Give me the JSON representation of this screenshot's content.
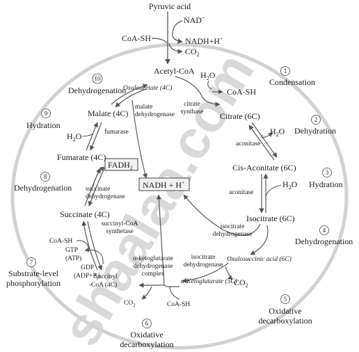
{
  "watermark": "shaalaa.com",
  "top": {
    "pyruvic_acid": "Pyruvic acid",
    "nad": "NAD",
    "nad_sup": "+",
    "nadh": "NADH+H",
    "nadh_sup": "+",
    "coa_sh": "CoA-SH",
    "co2": "CO",
    "co2_sub": "2"
  },
  "metabolites": {
    "acetyl_coa": "Acetyl-CoA",
    "oxaloacetate": "Oxaloacetate (4C)",
    "water_top": "H",
    "water_top_o": "O",
    "coa_sh_right": "CoA-SH",
    "citrate": "Citrate (6C)",
    "water_right1": "H",
    "water_right1_o": "O",
    "cis_aconitate": "Cis-Aconitate (6C)",
    "water_right2": "H",
    "water_right2_o": "O",
    "isocitrate": "Isocitrate (6C)",
    "oxalosuccinic": "Oxalosuccinic acid (6C)",
    "co2_right": "CO",
    "alpha_kg": "α-Ketoglutarate (5C)",
    "co2_bottom": "CO",
    "coa_sh_bottom": "CoA-SH",
    "succinyl_coa_1": "Succinyl",
    "succinyl_coa_2": "-CoA (4C)",
    "succinate": "Succinate (4C)",
    "coa_sh_left": "CoA-SH",
    "gtp": "GTP",
    "atp": "(ATP)",
    "gdp": "GDP",
    "adp": "(ADP+P",
    "adp_sub": "i",
    "adp_close": ")",
    "fumarate": "Fumarate (4C)",
    "fadh2": "FADH",
    "fadh2_sub": "2",
    "water_left": "H",
    "water_left_o": "O",
    "malate": "Malate (4C)",
    "nadh_center": "NADH + H",
    "nadh_center_sup": "+"
  },
  "enzymes": {
    "citrate_synthase_1": "citrate",
    "citrate_synthase_2": "synthase",
    "aconitase_1": "aconitase",
    "aconitase_2": "aconitase",
    "isocitrate_dh_1a": "isocitrate",
    "isocitrate_dh_1b": "dehydrogenase",
    "isocitrate_dh_2a": "isocitrate",
    "isocitrate_dh_2b": "dehydrogenase",
    "akg_dh_1": "α-ketoglutarate",
    "akg_dh_2": "dehydrogenase",
    "akg_dh_3": "complex",
    "succinyl_synthetase_1": "succinyl-CoA",
    "succinyl_synthetase_2": "synthetase",
    "succinate_dh_1": "succinate",
    "succinate_dh_2": "dehydrogenase",
    "fumarase": "fumarase",
    "malate_dh_1": "malate",
    "malate_dh_2": "dehydrogenase"
  },
  "steps": [
    {
      "num": "1",
      "label_1": "Condensation",
      "label_2": ""
    },
    {
      "num": "2",
      "label_1": "Dehydration",
      "label_2": ""
    },
    {
      "num": "3",
      "label_1": "Hydration",
      "label_2": ""
    },
    {
      "num": "4",
      "label_1": "Dehydrogenation",
      "label_2": ""
    },
    {
      "num": "5",
      "label_1": "Oxidative",
      "label_2": "decarboxylation"
    },
    {
      "num": "6",
      "label_1": "Oxidative",
      "label_2": "decarboxylation"
    },
    {
      "num": "7",
      "label_1": "Substrate-level",
      "label_2": "phosphorylation"
    },
    {
      "num": "8",
      "label_1": "Dehydrogenation",
      "label_2": ""
    },
    {
      "num": "9",
      "label_1": "Hydration",
      "label_2": ""
    },
    {
      "num": "10",
      "label_1": "Dehydrogenation",
      "label_2": ""
    }
  ]
}
